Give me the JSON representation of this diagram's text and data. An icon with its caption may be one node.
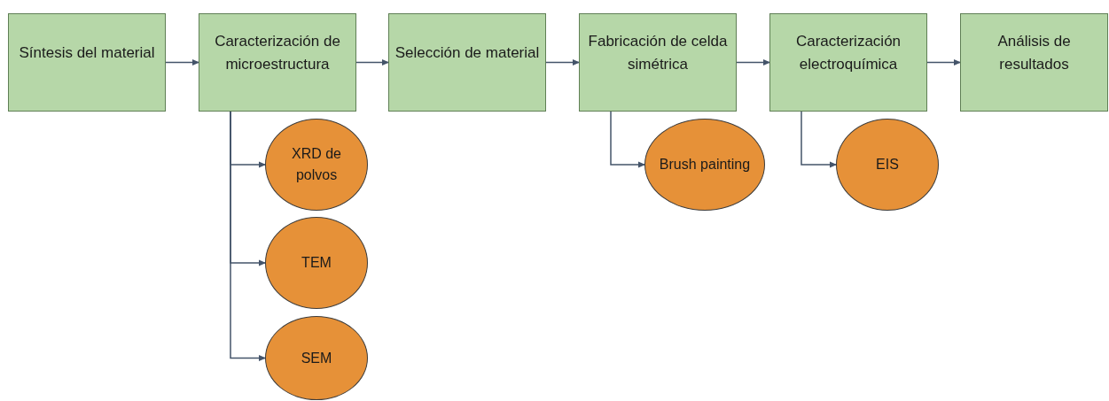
{
  "diagram": {
    "nodes": [
      {
        "text": [
          "Síntesis del material"
        ]
      },
      {
        "text": [
          "Caracterización de microestructura"
        ]
      },
      {
        "text": [
          "Selección de material"
        ]
      },
      {
        "text": [
          "Fabricación de celda simétrica"
        ]
      },
      {
        "text": [
          "Caracterización electroquímica"
        ]
      },
      {
        "text": [
          "Análisis de resultados"
        ]
      },
      {
        "text": [
          "XRD de polvos"
        ]
      },
      {
        "text": [
          "TEM"
        ]
      },
      {
        "text": [
          "SEM"
        ]
      },
      {
        "text": [
          "Brush painting"
        ]
      },
      {
        "text": [
          "EIS"
        ]
      }
    ],
    "edges": [
      {
        "from": 0,
        "to": 1,
        "arrow": "to"
      },
      {
        "from": 1,
        "to": 2,
        "arrow": "to"
      },
      {
        "from": 2,
        "to": 3,
        "arrow": "to"
      },
      {
        "from": 3,
        "to": 4,
        "arrow": "to"
      },
      {
        "from": 4,
        "to": 5,
        "arrow": "to"
      },
      {
        "from": 1,
        "to": 6,
        "arrow": "to"
      },
      {
        "from": 1,
        "to": 7,
        "arrow": "to"
      },
      {
        "from": 1,
        "to": 8,
        "arrow": "to"
      },
      {
        "from": 3,
        "to": 9,
        "arrow": "to"
      },
      {
        "from": 4,
        "to": 10,
        "arrow": "to"
      }
    ]
  }
}
